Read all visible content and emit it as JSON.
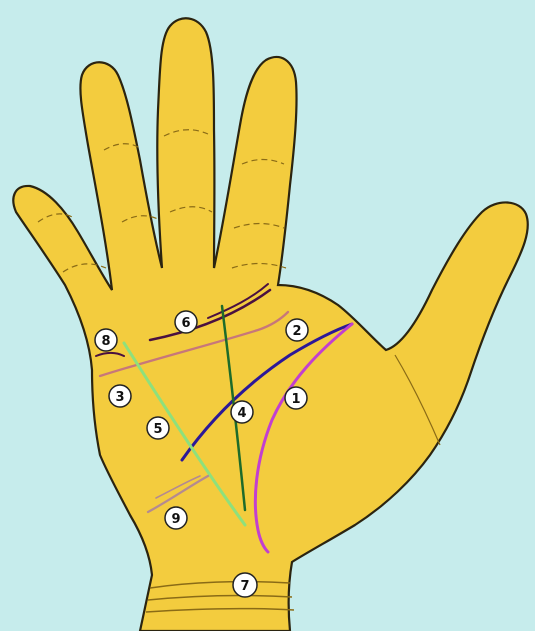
{
  "colors": {
    "background": "#c6ecec",
    "skin": "#f3cc3e",
    "outline": "#2b2410",
    "crease": "#8a6b16",
    "heart_line": "#4a1040",
    "head_line": "#c7777a",
    "life_line": "#c23fd0",
    "liver_line": "#2c1898",
    "fate_line": "#1d6b2a",
    "sun_line": "#8ee07c",
    "travel_line": "#b48a90",
    "marker_fill": "#ffffff",
    "marker_stroke": "#222222"
  },
  "markers": [
    {
      "id": "marker-1",
      "label": "1"
    },
    {
      "id": "marker-2",
      "label": "2"
    },
    {
      "id": "marker-3",
      "label": "3"
    },
    {
      "id": "marker-4",
      "label": "4"
    },
    {
      "id": "marker-5",
      "label": "5"
    },
    {
      "id": "marker-6",
      "label": "6"
    },
    {
      "id": "marker-7",
      "label": "7"
    },
    {
      "id": "marker-8",
      "label": "8"
    },
    {
      "id": "marker-9",
      "label": "9"
    }
  ]
}
